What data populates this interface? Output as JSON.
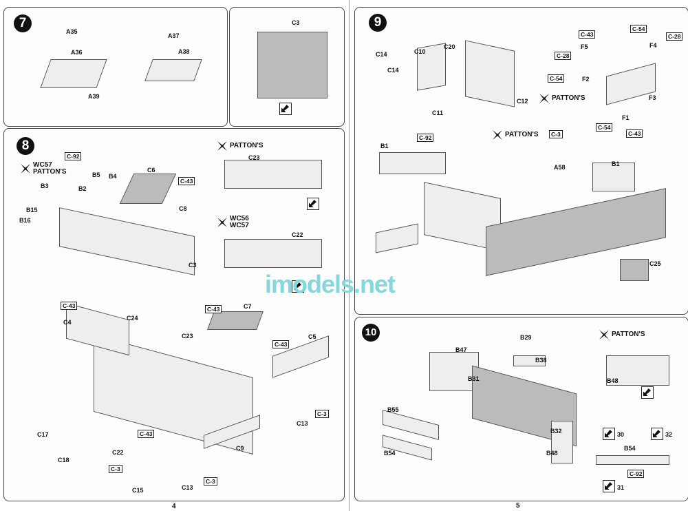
{
  "watermark": "imodels.net",
  "pages": {
    "left": "4",
    "right": "5"
  },
  "step7": {
    "num": "7",
    "labels": [
      "A35",
      "A36",
      "A39",
      "A37",
      "A38"
    ]
  },
  "inset": {
    "labels": [
      "C3"
    ]
  },
  "step8": {
    "num": "8",
    "wc57_patton": "WC57\nPATTON'S",
    "patton": "PATTON'S",
    "wc56_57": "WC56\nWC57",
    "labels": [
      "C-92",
      "B3",
      "B2",
      "B5",
      "B4",
      "C6",
      "C-43",
      "B15",
      "B16",
      "C8",
      "C3",
      "C23",
      "C22",
      "C-43",
      "C4",
      "C24",
      "C23",
      "C-43",
      "C7",
      "C-43",
      "C5",
      "C13",
      "C-3",
      "C17",
      "C18",
      "C22",
      "C-43",
      "C-3",
      "C15",
      "C13",
      "C-3",
      "C9"
    ]
  },
  "step9": {
    "num": "9",
    "patton": "PATTON'S",
    "labels": [
      "C14",
      "C14",
      "C10",
      "C20",
      "C11",
      "C12",
      "C-3",
      "C-43",
      "C-54",
      "F5",
      "C-28",
      "F4",
      "C-28",
      "C-54",
      "F2",
      "F3",
      "F1",
      "C-54",
      "C-43",
      "B1",
      "C-92",
      "A58",
      "B1",
      "C25"
    ]
  },
  "step10": {
    "num": "10",
    "patton": "PATTON'S",
    "labels": [
      "B29",
      "B47",
      "B38",
      "B31",
      "B55",
      "B54",
      "B32",
      "B48",
      "B48",
      "B54",
      "C-92"
    ],
    "callouts": [
      "30",
      "31",
      "32"
    ]
  }
}
